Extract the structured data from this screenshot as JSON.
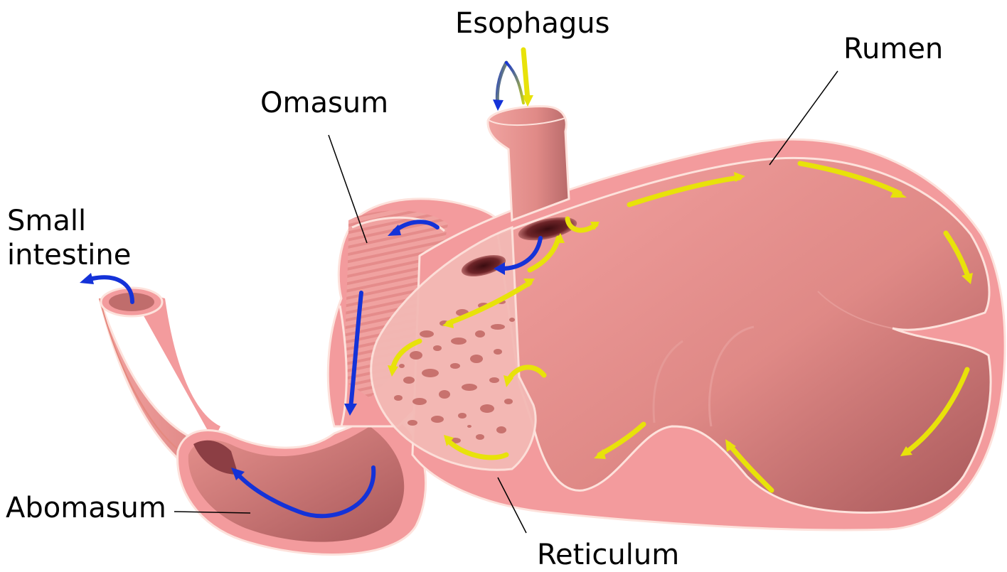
{
  "labels": {
    "esophagus": "Esophagus",
    "rumen": "Rumen",
    "omasum": "Omasum",
    "small_intestine_line1": "Small",
    "small_intestine_line2": "intestine",
    "abomasum": "Abomasum",
    "reticulum": "Reticulum"
  },
  "colors": {
    "tissue_outer": "#f5999b",
    "tissue_inner": "#e2857f",
    "tissue_dark": "#a8585a",
    "tissue_edge": "#fde2dc",
    "reticulum_fill": "#f3b9b5",
    "reticulum_spots": "#c8726e",
    "flow_yellow": "#e8e20a",
    "flow_blue": "#1432d8",
    "leader_line": "#000000"
  }
}
